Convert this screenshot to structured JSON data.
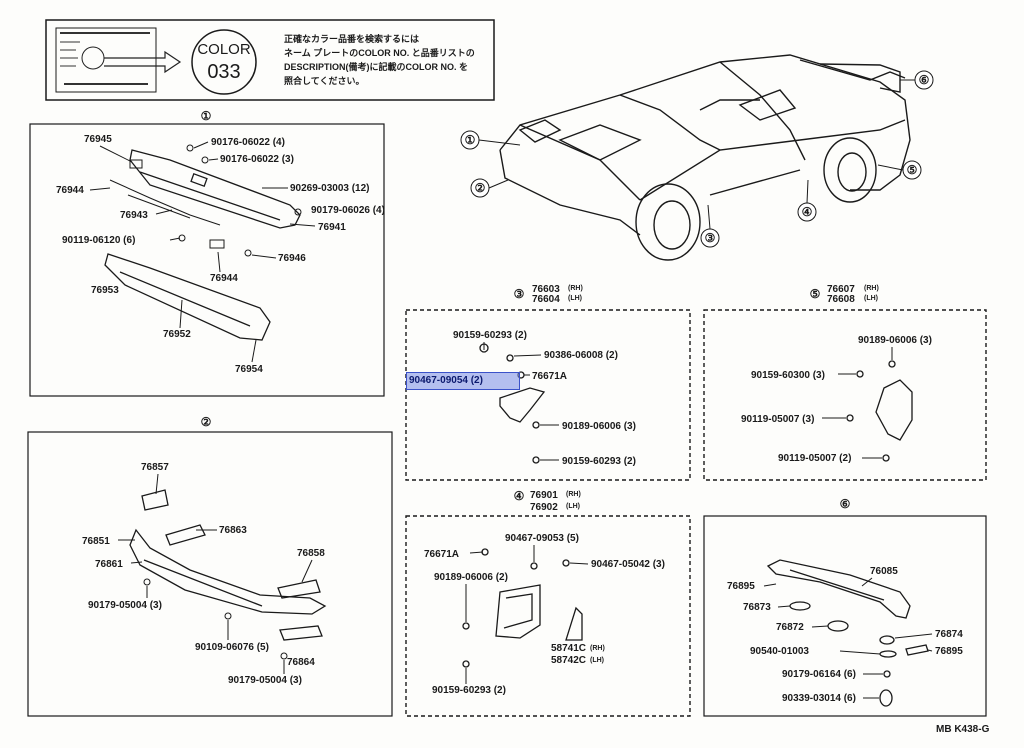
{
  "note": {
    "color_label": "COLOR",
    "color_no": "033",
    "lines": [
      "正確なカラー品番を検索するには",
      "ネーム プレートのCOLOR NO. と品番リストの",
      "DESCRIPTION(備考)に記載のCOLOR NO. を",
      "照合してください。"
    ]
  },
  "sections": {
    "s1": {
      "num": "①"
    },
    "s2": {
      "num": "②"
    },
    "s3": {
      "num": "③",
      "part_rh": "76603",
      "part_lh": "76604",
      "rh": "(RH)",
      "lh": "(LH)"
    },
    "s4": {
      "num": "④",
      "part_rh": "76901",
      "part_lh": "76902",
      "rh": "(RH)",
      "lh": "(LH)"
    },
    "s5": {
      "num": "⑤",
      "part_rh": "76607",
      "part_lh": "76608",
      "rh": "(RH)",
      "lh": "(LH)"
    },
    "s6": {
      "num": "⑥"
    }
  },
  "car_callouts": [
    "①",
    "②",
    "③",
    "④",
    "⑤",
    "⑥"
  ],
  "parts": {
    "p1": [
      "76945",
      "90176-06022 (4)",
      "90176-06022 (3)",
      "76944",
      "90269-03003 (12)",
      "76943",
      "90179-06026 (4)",
      "76941",
      "90119-06120 (6)",
      "76946",
      "76944",
      "76953",
      "76952",
      "76954"
    ],
    "p2": [
      "76857",
      "76863",
      "76851",
      "76861",
      "76858",
      "90179-05004 (3)",
      "90109-06076 (5)",
      "76864",
      "90179-05004 (3)"
    ],
    "p3": [
      "90159-60293 (2)",
      "90386-06008 (2)",
      "90467-09054 (2)",
      "76671A",
      "90189-06006 (3)",
      "90159-60293 (2)"
    ],
    "p4": [
      "90467-09053 (5)",
      "76671A",
      "90467-05042 (3)",
      "90189-06006 (2)",
      "58741C",
      "(RH)",
      "58742C",
      "(LH)",
      "90159-60293 (2)"
    ],
    "p5": [
      "90189-06006 (3)",
      "90159-60300 (3)",
      "90119-05007 (3)",
      "90119-05007 (2)"
    ],
    "p6": [
      "76085",
      "76895",
      "76873",
      "76872",
      "76874",
      "90540-01003",
      "76895",
      "90179-06164 (6)",
      "90339-03014 (6)"
    ]
  },
  "highlight": {
    "label": "90467-09054 (2)",
    "color": "#5b6fd6"
  },
  "footer": "MB  K438-G"
}
